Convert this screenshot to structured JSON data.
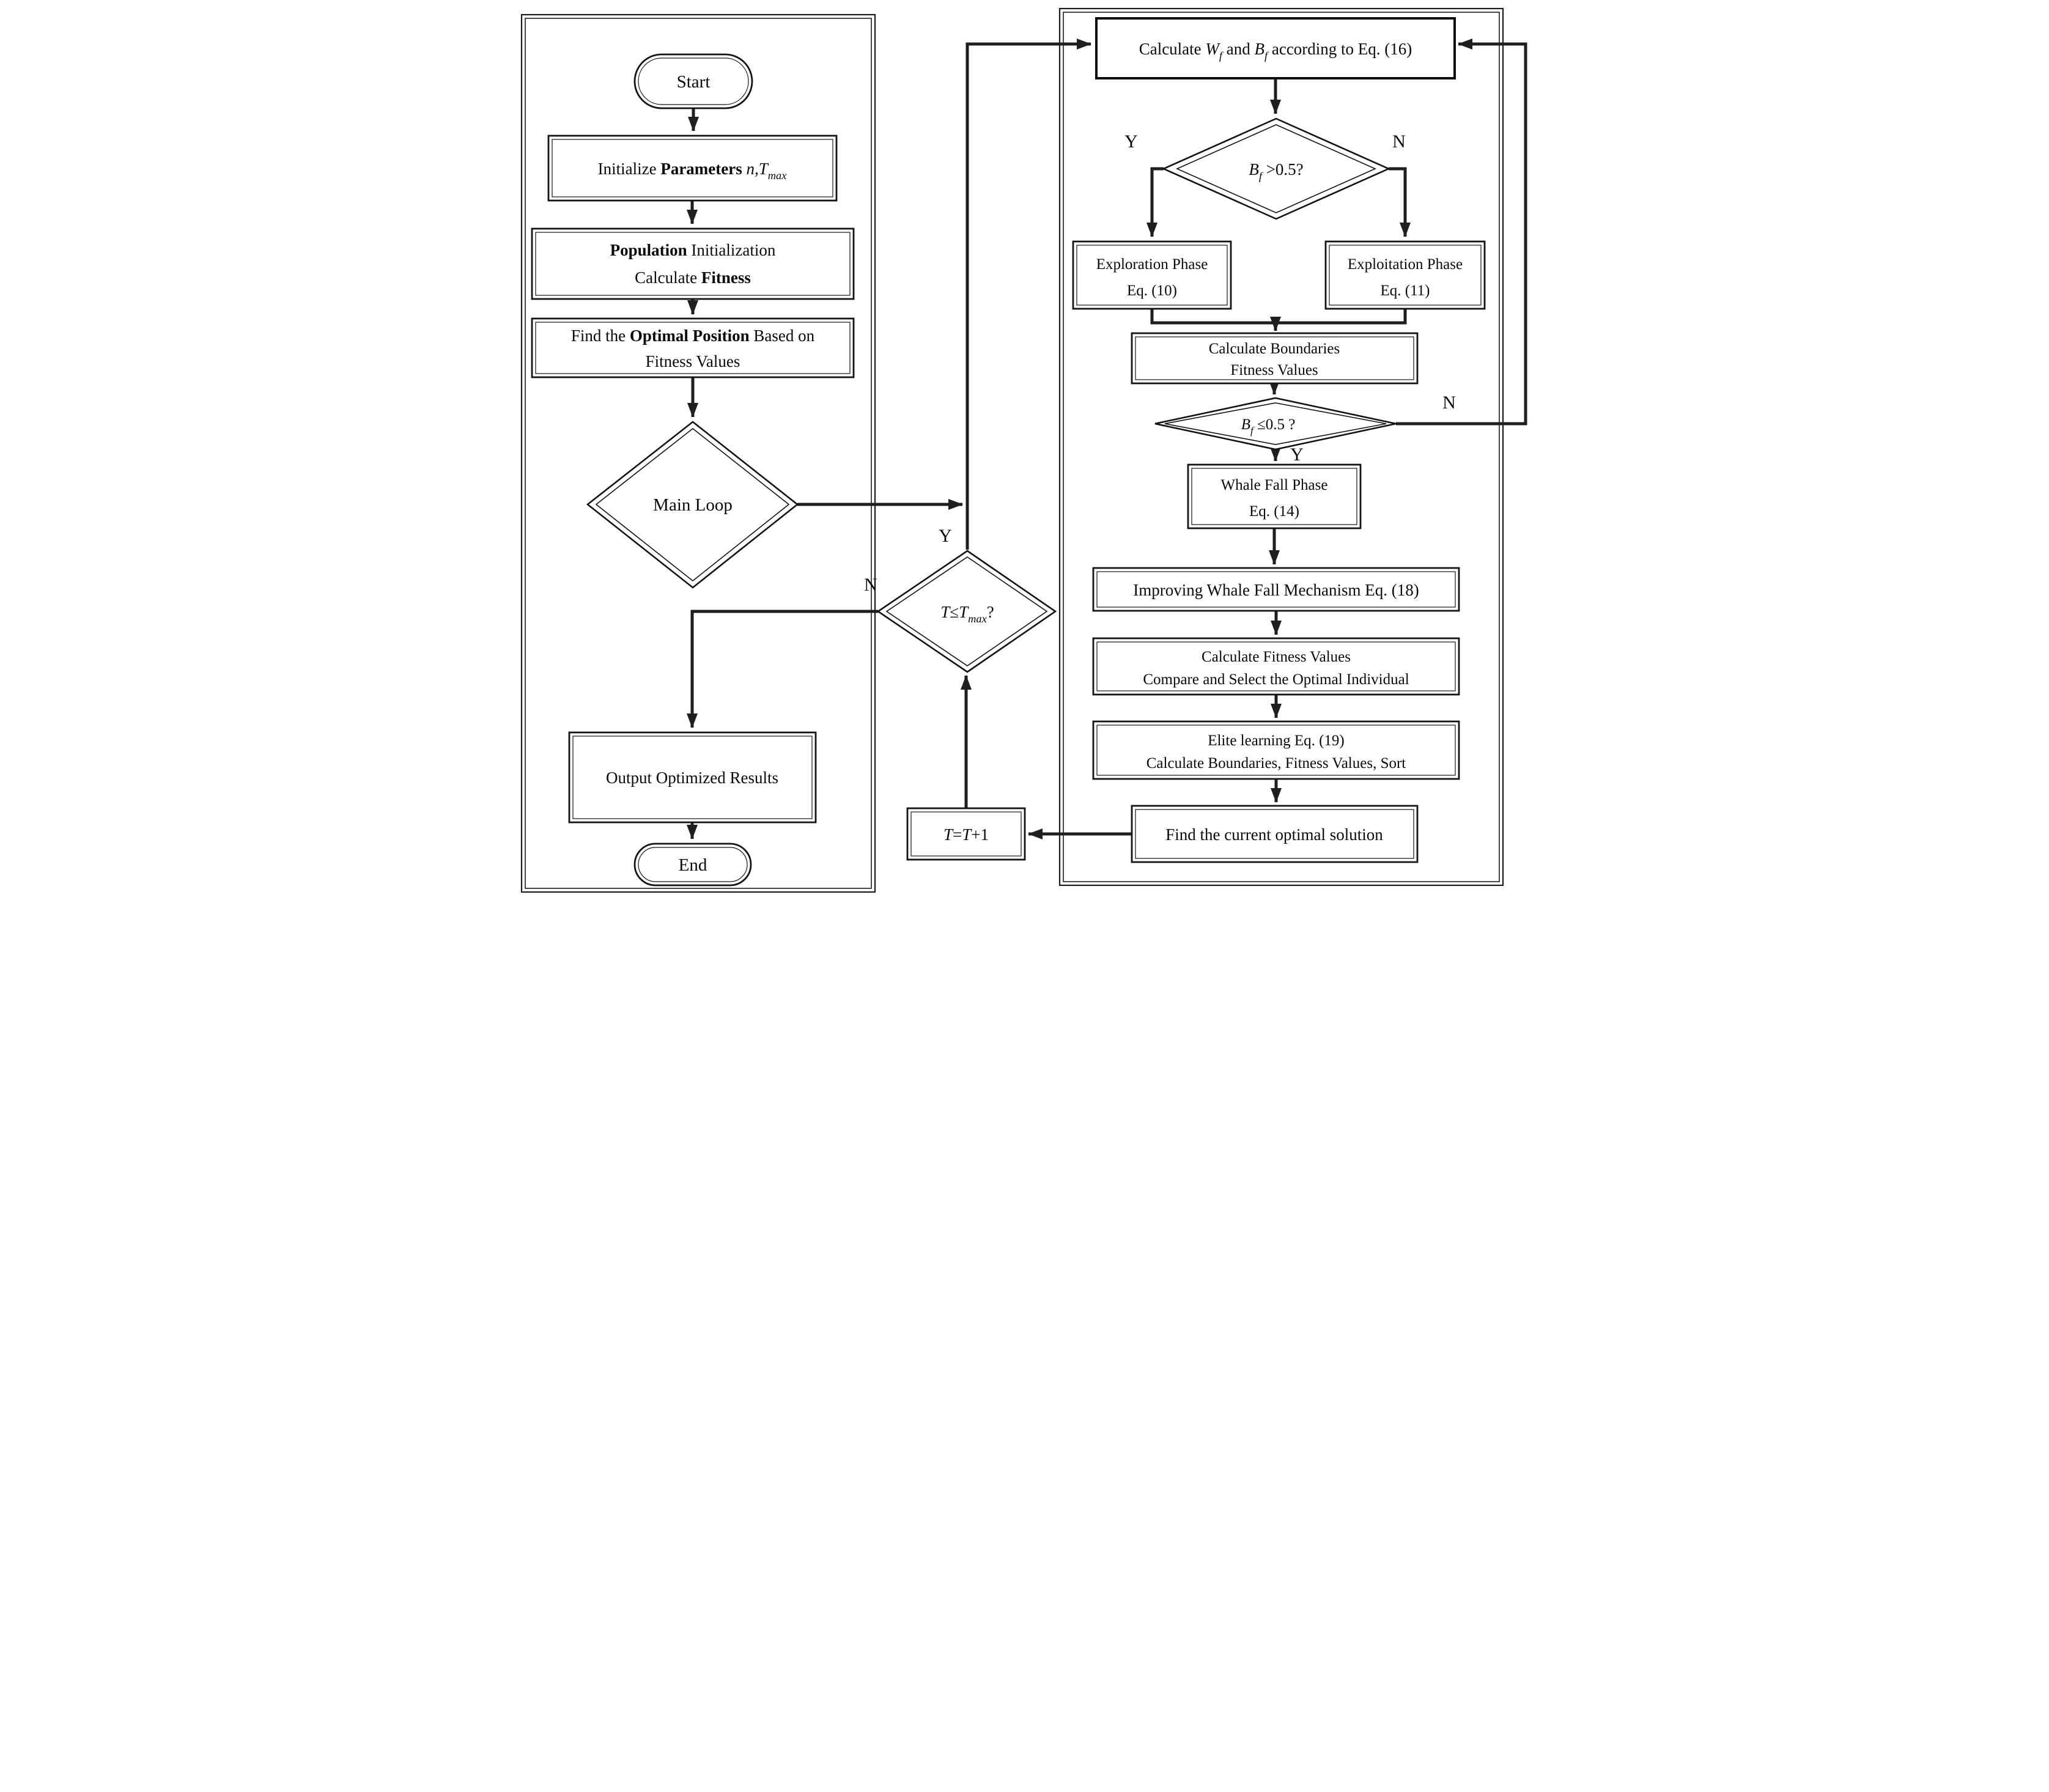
{
  "diagram": {
    "labels": {
      "yes": "Y",
      "no": "N"
    },
    "left_panel": {
      "start_label": "Start",
      "init_runs": [
        {
          "t": "Initialize "
        },
        {
          "t": "Parameters ",
          "b": true
        },
        {
          "t": "n,T",
          "i": true
        },
        {
          "t": "max",
          "i": true,
          "s": true
        }
      ],
      "population_line1_runs": [
        {
          "t": "Population",
          "b": true
        },
        {
          "t": " Initialization"
        }
      ],
      "population_line2_runs": [
        {
          "t": "Calculate "
        },
        {
          "t": "Fitness",
          "b": true
        }
      ],
      "find_optimal_line1_runs": [
        {
          "t": "Find the "
        },
        {
          "t": "Optimal Position",
          "b": true
        },
        {
          "t": " Based on"
        }
      ],
      "find_optimal_line2": "Fitness Values",
      "main_loop_label": "Main Loop",
      "output_label": "Output Optimized Results",
      "end_label": "End"
    },
    "middle": {
      "t_check_runs": [
        {
          "t": "T",
          "i": true
        },
        {
          "t": "≤"
        },
        {
          "t": "T",
          "i": true
        },
        {
          "t": "max",
          "i": true,
          "s": true
        },
        {
          "t": "?"
        }
      ],
      "t_increment_runs": [
        {
          "t": "T",
          "i": true
        },
        {
          "t": "="
        },
        {
          "t": "T",
          "i": true
        },
        {
          "t": "+1"
        }
      ]
    },
    "right_panel": {
      "calc_wb_runs": [
        {
          "t": "Calculate "
        },
        {
          "t": "W",
          "i": true
        },
        {
          "t": "f",
          "i": true,
          "s": true
        },
        {
          "t": " and "
        },
        {
          "t": "B",
          "i": true
        },
        {
          "t": "f",
          "i": true,
          "s": true
        },
        {
          "t": " according to Eq. (16)"
        }
      ],
      "bf_gt_runs": [
        {
          "t": "B",
          "i": true
        },
        {
          "t": "f",
          "i": true,
          "s": true
        },
        {
          "t": " >0.5?"
        }
      ],
      "exploration_line1": "Exploration Phase",
      "exploration_line2": "Eq. (10)",
      "exploitation_line1": "Exploitation Phase",
      "exploitation_line2": "Eq. (11)",
      "boundaries_line1": "Calculate Boundaries",
      "boundaries_line2": "Fitness Values",
      "bf_le_runs": [
        {
          "t": "B",
          "i": true
        },
        {
          "t": "f",
          "i": true,
          "s": true
        },
        {
          "t": " ≤0.5 ?"
        }
      ],
      "whale_fall_line1": "Whale Fall Phase",
      "whale_fall_line2": "Eq. (14)",
      "improving_label": "Improving Whale Fall Mechanism Eq. (18)",
      "fitness_line1": "Calculate Fitness Values",
      "fitness_line2": "Compare and Select the Optimal Individual",
      "elite_line1": "Elite learning Eq. (19)",
      "elite_line2": "Calculate Boundaries, Fitness Values,  Sort",
      "find_current_label": "Find the current optimal solution"
    }
  }
}
